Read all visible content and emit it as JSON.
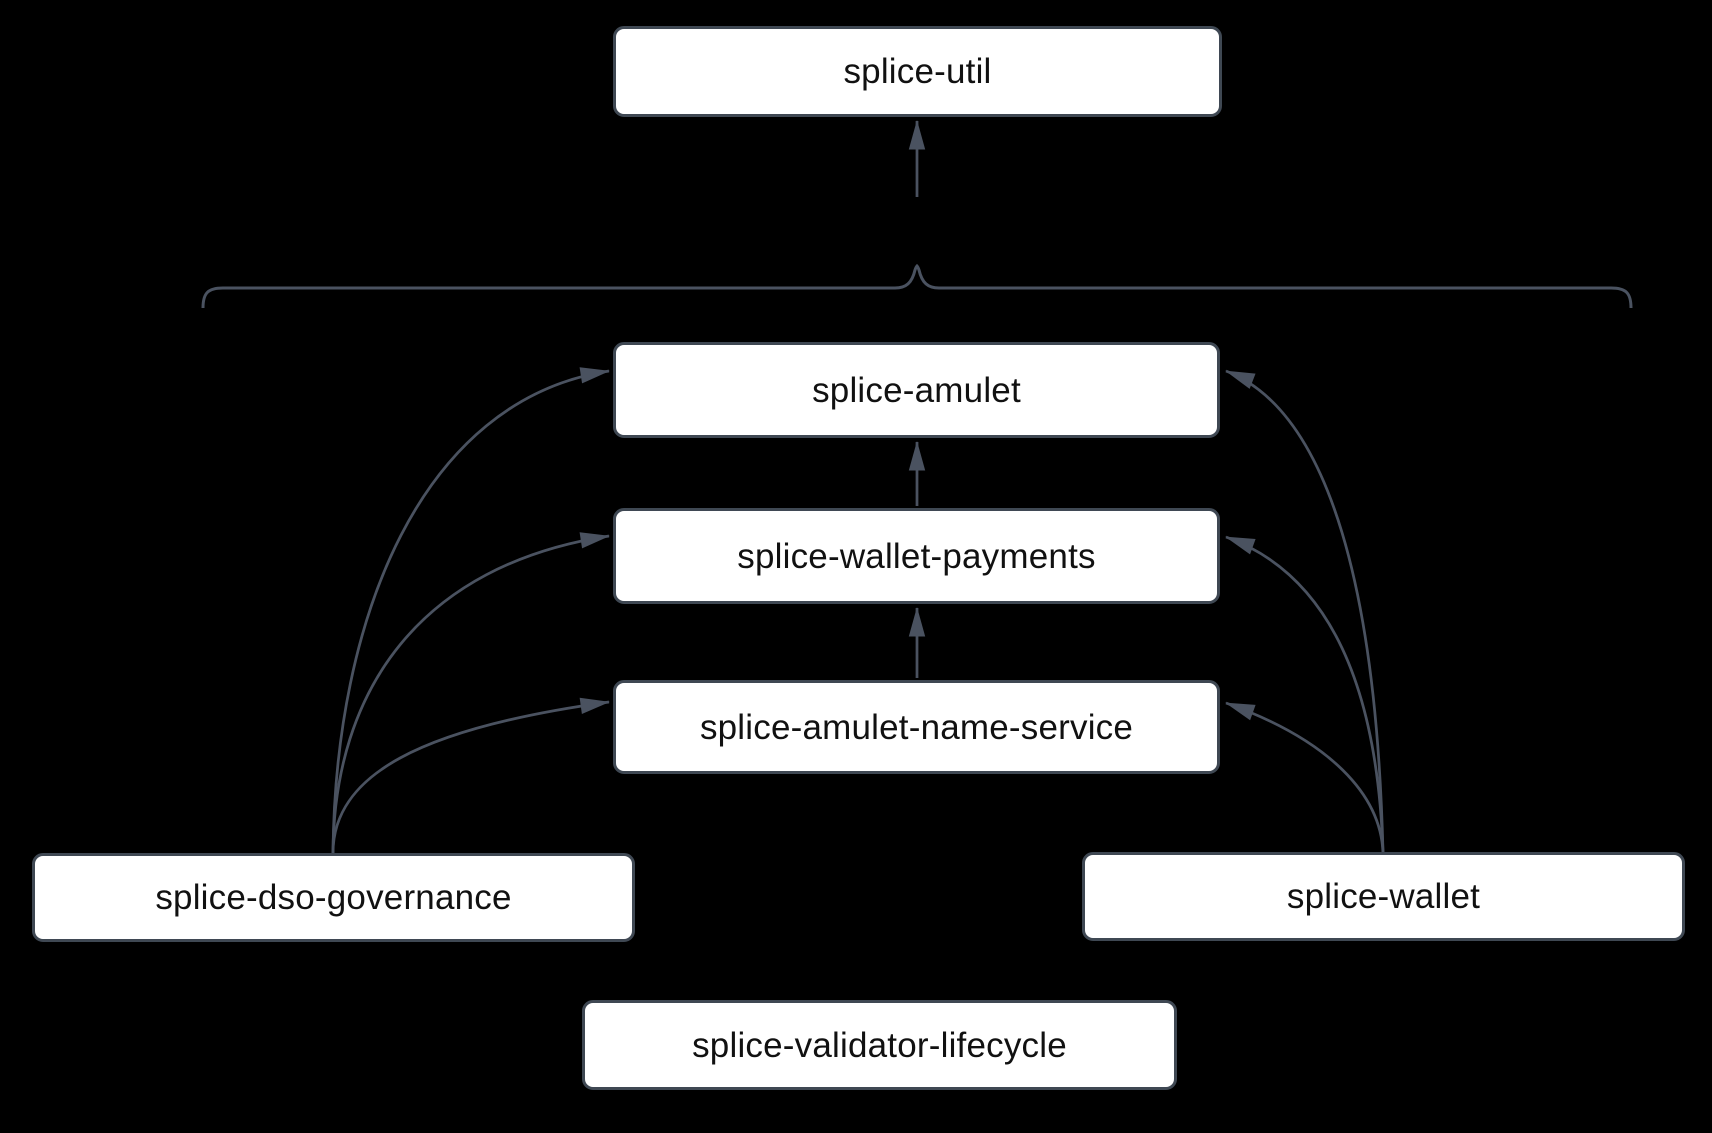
{
  "diagram": {
    "title": "splice package dependency diagram",
    "colors": {
      "background": "#000000",
      "node_fill": "#ffffff",
      "node_border": "#3f4853",
      "connector": "#4a5260",
      "label": "#111111"
    },
    "nodes": [
      {
        "id": "splice-util",
        "label": "splice-util"
      },
      {
        "id": "splice-amulet",
        "label": "splice-amulet"
      },
      {
        "id": "splice-wallet-payments",
        "label": "splice-wallet-payments"
      },
      {
        "id": "splice-amulet-name-service",
        "label": "splice-amulet-name-service"
      },
      {
        "id": "splice-dso-governance",
        "label": "splice-dso-governance"
      },
      {
        "id": "splice-wallet",
        "label": "splice-wallet"
      },
      {
        "id": "splice-validator-lifecycle",
        "label": "splice-validator-lifecycle"
      }
    ],
    "edges": [
      {
        "from": "braced group of all lower packages",
        "to": "splice-util",
        "type": "brace-arrow"
      },
      {
        "from": "splice-wallet-payments",
        "to": "splice-amulet",
        "type": "straight-arrow"
      },
      {
        "from": "splice-amulet-name-service",
        "to": "splice-wallet-payments",
        "type": "straight-arrow"
      },
      {
        "from": "splice-dso-governance",
        "to": "splice-amulet",
        "type": "curved-arrow"
      },
      {
        "from": "splice-dso-governance",
        "to": "splice-wallet-payments",
        "type": "curved-arrow"
      },
      {
        "from": "splice-dso-governance",
        "to": "splice-amulet-name-service",
        "type": "curved-arrow"
      },
      {
        "from": "splice-wallet",
        "to": "splice-amulet",
        "type": "curved-arrow"
      },
      {
        "from": "splice-wallet",
        "to": "splice-wallet-payments",
        "type": "curved-arrow"
      },
      {
        "from": "splice-wallet",
        "to": "splice-amulet-name-service",
        "type": "curved-arrow"
      }
    ]
  }
}
